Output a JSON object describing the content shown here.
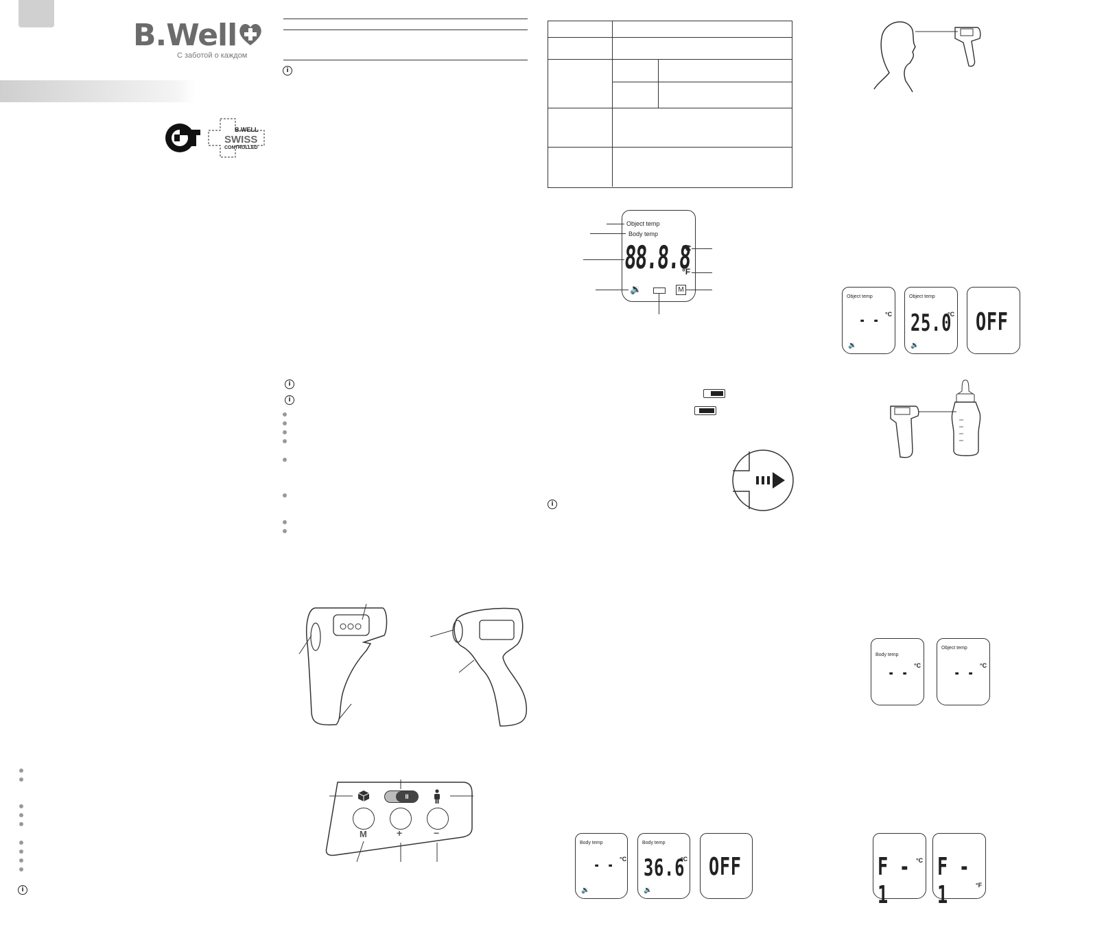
{
  "brand": {
    "name": "B.Well",
    "tagline": "С заботой о каждом",
    "cert_mark": "PCT",
    "swiss_line1": "B.WELL",
    "swiss_line2": "SWISS",
    "swiss_line3": "CONTROLLED"
  },
  "display_diagram": {
    "object_temp_label": "Object temp",
    "body_temp_label": "Body temp",
    "digits": "88.8.8",
    "unit_c": "°C",
    "unit_f": "°F",
    "memory_icon": "M",
    "speaker_icon": "speaker-icon",
    "battery_icon": "battery-icon"
  },
  "button_panel": {
    "m_label": "M",
    "plus_label": "+",
    "minus_label": "−",
    "switch_label": "II",
    "object_mode_icon": "cube-icon",
    "body_mode_icon": "person-icon"
  },
  "screens_object": [
    {
      "label": "Object temp",
      "value": "- -",
      "unit": "°C",
      "speaker": true
    },
    {
      "label": "Object temp",
      "value": "25.0",
      "unit": "°C",
      "speaker": true
    },
    {
      "label": "",
      "value": "OFF",
      "unit": "",
      "speaker": false
    }
  ],
  "screens_mode": [
    {
      "label": "Body temp",
      "value": "- -",
      "unit": "°C"
    },
    {
      "label": "Object temp",
      "value": "- -",
      "unit": "°C"
    }
  ],
  "screens_body": [
    {
      "label": "Body temp",
      "value": "- -",
      "unit": "°C",
      "speaker": true
    },
    {
      "label": "Body temp",
      "value": "36.6",
      "unit": "°C",
      "speaker": true
    },
    {
      "label": "",
      "value": "OFF",
      "unit": "",
      "speaker": false
    }
  ],
  "screens_unit": [
    {
      "label": "",
      "value": "F - 1",
      "unit": "°C"
    },
    {
      "label": "",
      "value": "F - 1",
      "unit": "°F"
    }
  ],
  "icons": {
    "info": "i",
    "battery_half": "battery-half-icon",
    "battery_low": "battery-low-icon",
    "battery_cover": "battery-cover-icon"
  },
  "colors": {
    "brand_grey": "#6b6b6b",
    "line": "#333333",
    "bullet": "#999999"
  }
}
